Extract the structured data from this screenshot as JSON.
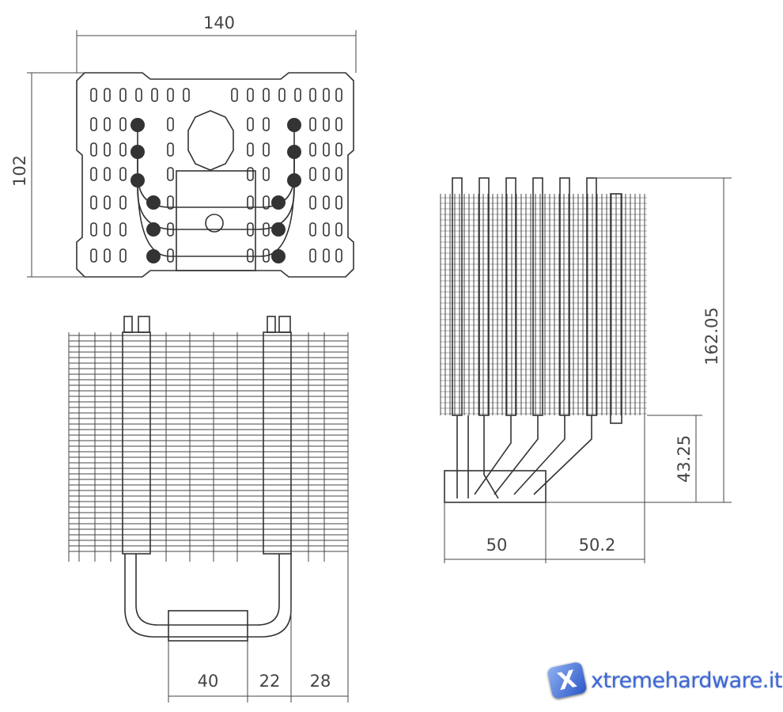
{
  "title": "CPU cooler dimensional drawing",
  "dimensions": {
    "top_width": "140",
    "top_depth": "102",
    "front_base": "40",
    "front_offset": "22",
    "front_overhang": "28",
    "side_height": "162.05",
    "side_clearance": "43.25",
    "side_base": "50",
    "side_fin": "50.2"
  },
  "watermark": {
    "text": "xtremehardware.it",
    "glyph": "X"
  },
  "colors": {
    "line": "#333333",
    "logo": "#3c66d8"
  }
}
